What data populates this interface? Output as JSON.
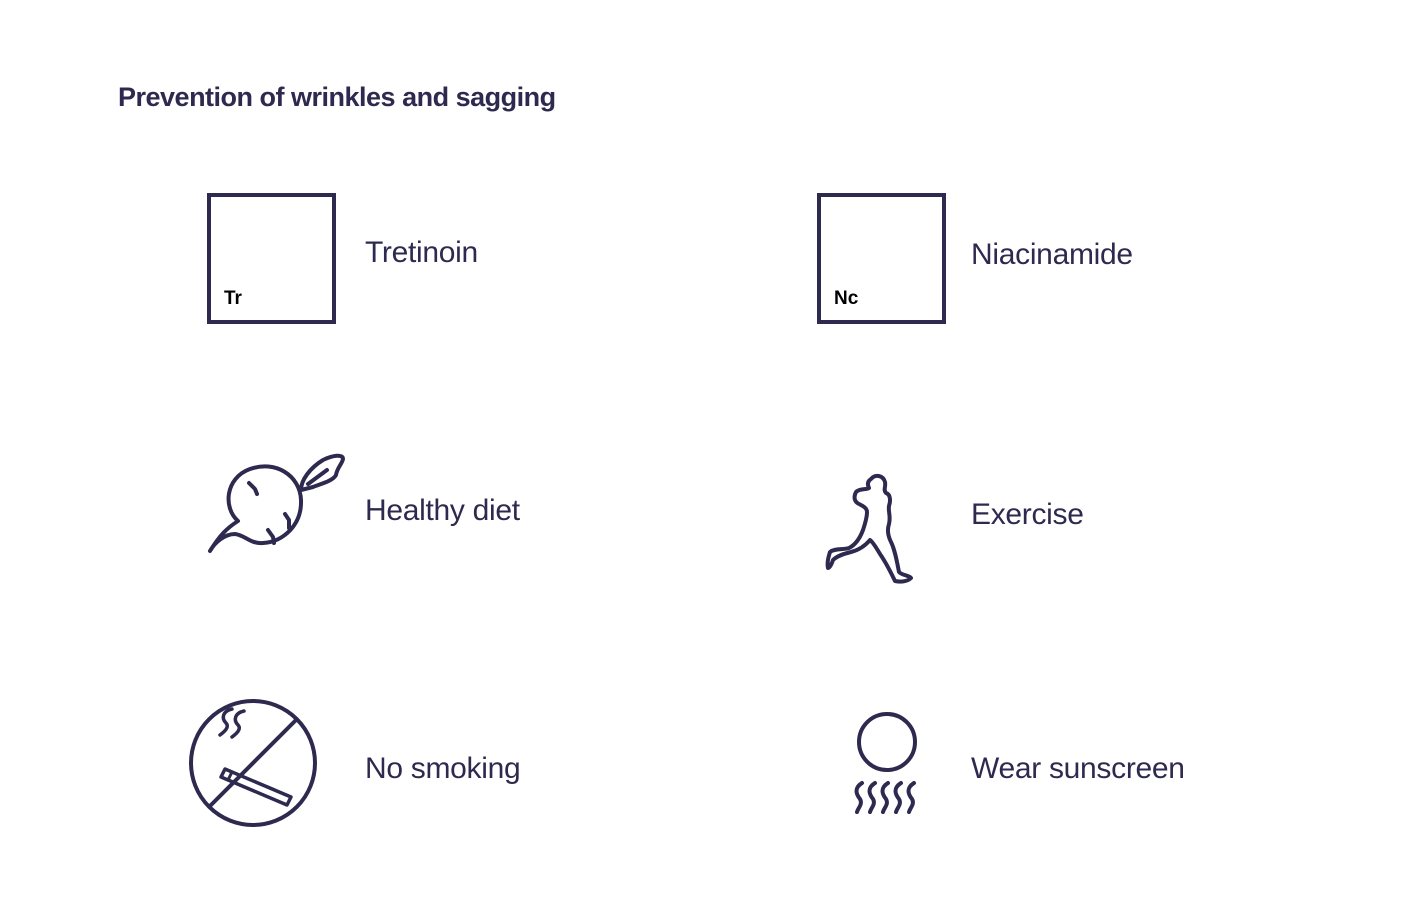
{
  "title": "Prevention of wrinkles and sagging",
  "accent_color": "#2e2a4f",
  "items": [
    {
      "label": "Tretinoin",
      "icon": "element-box-icon",
      "symbol": "Tr"
    },
    {
      "label": "Niacinamide",
      "icon": "element-box-icon",
      "symbol": "Nc"
    },
    {
      "label": "Healthy diet",
      "icon": "beet-icon"
    },
    {
      "label": "Exercise",
      "icon": "runner-icon"
    },
    {
      "label": "No smoking",
      "icon": "no-smoking-icon"
    },
    {
      "label": "Wear sunscreen",
      "icon": "sun-heat-icon"
    }
  ]
}
